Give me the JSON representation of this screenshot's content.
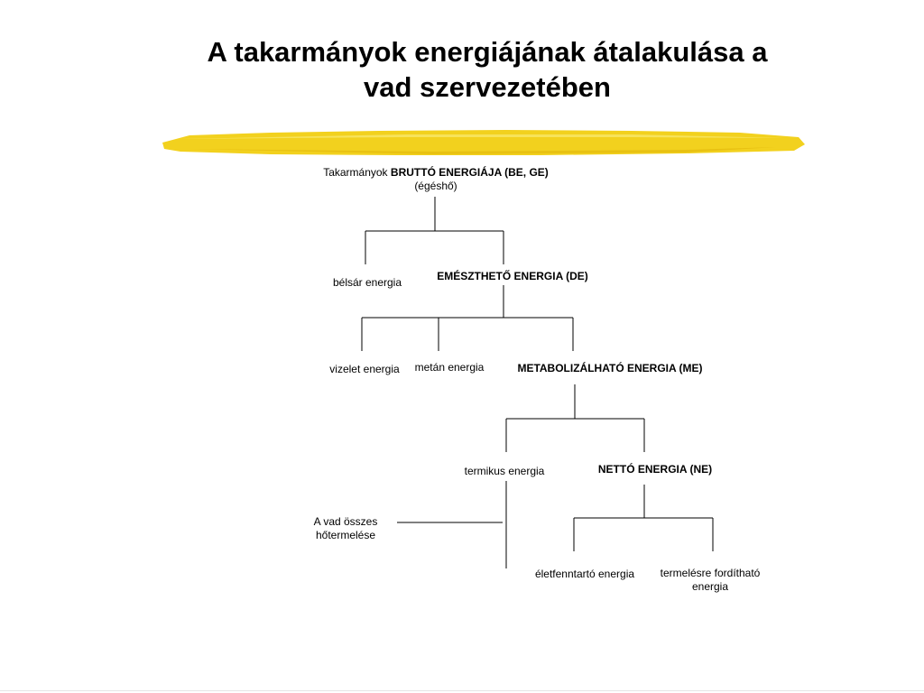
{
  "title": {
    "line1": "A takarmányok energiájának átalakulása a",
    "line2": "vad szervezetében"
  },
  "accent_color": "#f2d11e",
  "nodes": {
    "gross_energy": {
      "prefix": "Takarmányok",
      "label": "BRUTTÓ ENERGIÁJA (BE, GE)",
      "sub": "(égéshő)"
    },
    "fecal_energy": "bélsár energia",
    "digestible_energy": "EMÉSZTHETŐ ENERGIA (DE)",
    "urine_energy": "vizelet energia",
    "methane_energy": "metán energia",
    "metabolizable_energy": "METABOLIZÁLHATÓ ENERGIA (ME)",
    "thermic_energy": "termikus energia",
    "net_energy": "NETTÓ ENERGIA (NE)",
    "total_heat": {
      "line1": "A  vad összes",
      "line2": "hőtermelése"
    },
    "maintenance_energy": "életfenntartó energia",
    "production_energy": {
      "line1": "termelésre fordítható",
      "line2": "energia"
    }
  }
}
